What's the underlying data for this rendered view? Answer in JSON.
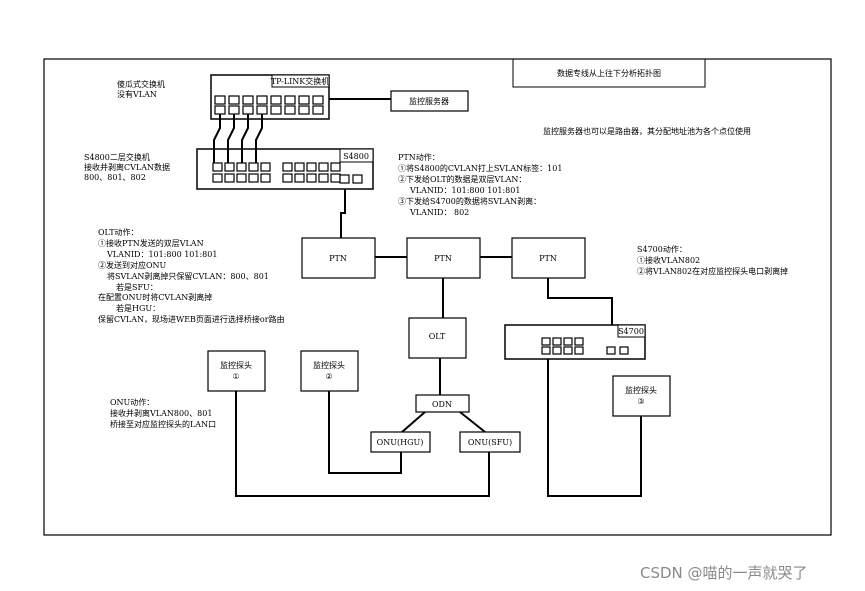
{
  "diagram": {
    "title": "数据专线从上往下分析拓扑图",
    "top_switch_note": [
      "傻瓜式交换机",
      "没有VLAN"
    ],
    "tplink_label": "TP-LINK交换机",
    "monitor_server_label": "监控服务器",
    "monitor_server_note": "监控服务器也可以是路由器，其分配地址池为各个点位使用",
    "s4800_note": [
      "S4800二层交换机",
      "接收并剥离CVLAN数据",
      "800、801、802"
    ],
    "s4800_label": "S4800",
    "ptn_action": [
      "PTN动作：",
      "①将S4800的CVLAN打上SVLAN标签：101",
      "②下发给OLT的数据是双层VLAN：",
      "VLANID：101:800    101:801",
      "③下发给S4700的数据将SVLAN剥离：",
      "VLANID：  802"
    ],
    "olt_action": [
      "OLT动作：",
      "①接收PTN发送的双层VLAN",
      "VLANID：101:800    101:801",
      "②发送到对应ONU",
      "将SVLAN剥离掉只保留CVLAN：800、801",
      "若是SFU：",
      "在配置ONU时将CVLAN剥离掉",
      "若是HGU：",
      "保留CVLAN，现场进WEB页面进行选择桥接or路由"
    ],
    "ptn_labels": [
      "PTN",
      "PTN",
      "PTN"
    ],
    "s4700_action": [
      "S4700动作：",
      "①接收VLAN802",
      "②将VLAN802在对应监控探头电口剥离掉"
    ],
    "olt_label": "OLT",
    "s4700_label": "S4700",
    "camera1": [
      "监控探头",
      "①"
    ],
    "camera2": [
      "监控探头",
      "②"
    ],
    "camera3": [
      "监控探头",
      "③"
    ],
    "odn_label": "ODN",
    "onu_hgu_label": "ONU(HGU)",
    "onu_sfu_label": "ONU(SFU)",
    "onu_action": [
      "ONU动作：",
      "接收并剥离VLAN800、801",
      "桥接至对应监控探头的LAN口"
    ]
  },
  "watermark": "CSDN @喵的一声就哭了"
}
